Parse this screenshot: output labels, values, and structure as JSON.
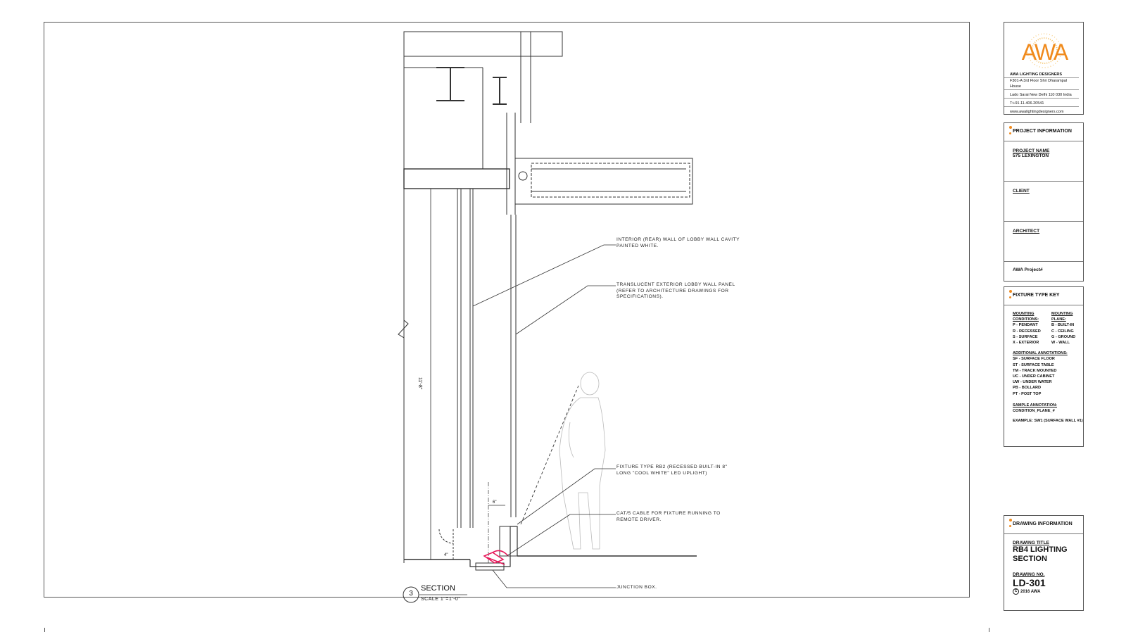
{
  "firm": {
    "logo_text": "AWA",
    "name": "AWA LIGHTING DESIGNERS",
    "address_1": "F301-A 3rd Floor Shri Dharampal House",
    "address_2": "Lado Sarai New Delhi 110 030 India",
    "phone": "T:+91.11.406.20541",
    "website": "www.awalightingdesigners.com"
  },
  "project_info": {
    "header": "PROJECT INFORMATION",
    "project_name_label": "PROJECT NAME",
    "project_name": "575 LEXINGTON",
    "client_label": "CLIENT",
    "architect_label": "ARCHITECT",
    "awa_project_label": "AWA Project#"
  },
  "fixture_key": {
    "header": "FIXTURE TYPE KEY",
    "mounting_conditions_label": "MOUNTING CONDITIONS:",
    "mounting_plane_label": "MOUNTING PLANE:",
    "conditions": [
      "P - PENDANT",
      "R - RECESSED",
      "S - SURFACE",
      "X - EXTERIOR"
    ],
    "planes": [
      "B - BUILT-IN",
      "C - CEILING",
      "G - GROUND",
      "W - WALL"
    ],
    "additional_label": "ADDITIONAL ANNOTATIONS:",
    "additional": [
      "SF - SURFACE FLOOR",
      "ST - SURFACE TABLE",
      "TM - TRACK MOUNTED",
      "UC - UNDER CABINET",
      "UW - UNDER WATER",
      "PB - BOLLARD",
      "PT - POST TOP"
    ],
    "sample_label": "SAMPLE ANNOTATION:",
    "sample_format": "CONDITION_PLANE_#",
    "example": "EXAMPLE: SW1 (SURFACE WALL #1)"
  },
  "drawing_info": {
    "header": "DRAWING INFORMATION",
    "title_label": "DRAWING TITLE",
    "title_line1": "RB4 LIGHTING",
    "title_line2": "SECTION",
    "number_label": "DRAWING NO.",
    "number": "LD-301",
    "copyright": "2016 AWA"
  },
  "annotations": {
    "rear_wall": "INTERIOR (REAR) WALL OF LOBBY WALL CAVITY\nPAINTED WHITE.",
    "exterior_panel": "TRANSLUCENT EXTERIOR LOBBY WALL PANEL\n(REFER TO ARCHITECTURE DRAWINGS FOR\nSPECIFICATIONS).",
    "fixture": "FIXTURE TYPE RB2 (RECESSED BUILT-IN 8\"\nLONG \"COOL WHITE\" LED UPLIGHT)",
    "cable": "CAT/5 CABLE FOR FIXTURE RUNNING TO\nREMOTE DRIVER.",
    "junction": "JUNCTION BOX."
  },
  "section_tag": {
    "number": "3",
    "title": "SECTION",
    "scale": "SCALE 1\"=1'-0\""
  },
  "dimensions": {
    "height": "11'-8\"",
    "offset": "6\"",
    "base": "4\""
  },
  "colors": {
    "logo_orange": "#f08a1c",
    "fixture_red": "#e8185a",
    "linework": "#333333"
  }
}
